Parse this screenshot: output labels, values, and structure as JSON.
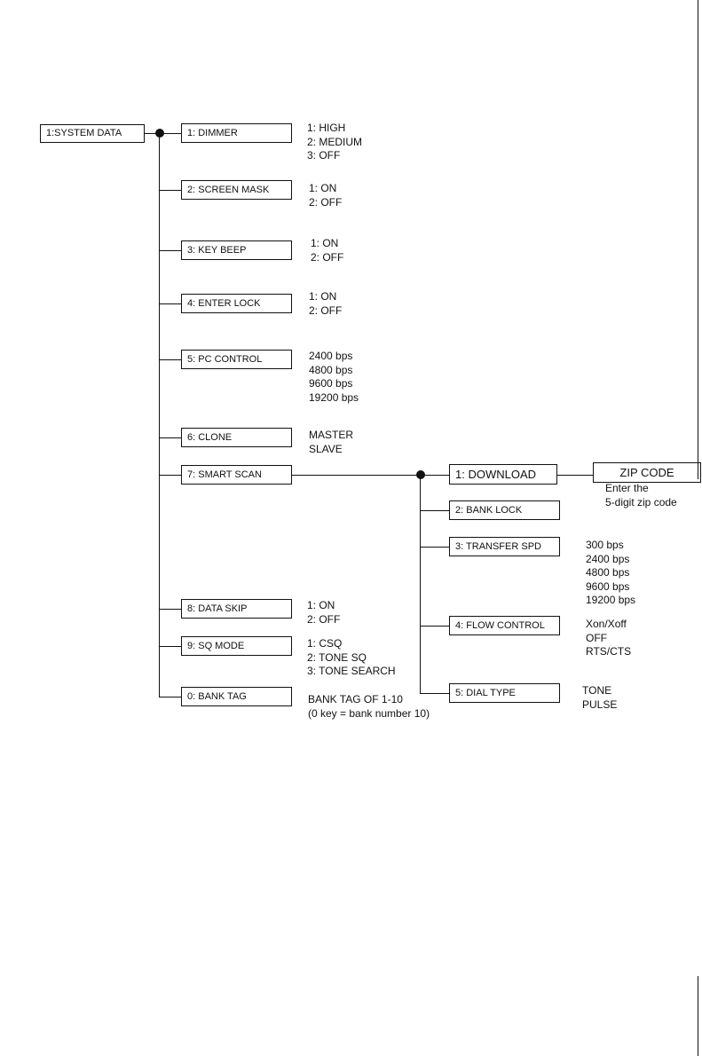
{
  "root": {
    "label": "1:SYSTEM DATA"
  },
  "items": [
    {
      "label": "1: DIMMER",
      "options": [
        "1: HIGH",
        "2: MEDIUM",
        "3: OFF"
      ]
    },
    {
      "label": "2: SCREEN MASK",
      "options": [
        "1: ON",
        "2: OFF"
      ]
    },
    {
      "label": "3: KEY BEEP",
      "options": [
        "1: ON",
        "2: OFF"
      ]
    },
    {
      "label": "4: ENTER LOCK",
      "options": [
        "1: ON",
        "2: OFF"
      ]
    },
    {
      "label": "5: PC CONTROL",
      "options": [
        "2400 bps",
        "4800 bps",
        "9600 bps",
        "19200 bps"
      ]
    },
    {
      "label": "6: CLONE",
      "options": [
        "MASTER",
        "SLAVE"
      ]
    },
    {
      "label": "7: SMART SCAN",
      "options": []
    },
    {
      "label": "8: DATA SKIP",
      "options": [
        "1: ON",
        "2: OFF"
      ]
    },
    {
      "label": "9: SQ MODE",
      "options": [
        "1: CSQ",
        "2: TONE SQ",
        "3: TONE SEARCH"
      ]
    },
    {
      "label": "0: BANK TAG",
      "options": [
        "BANK TAG OF 1-10",
        "(0 key = bank number 10)"
      ]
    }
  ],
  "smart_scan": [
    {
      "label": "1: DOWNLOAD",
      "options": []
    },
    {
      "label": "2: BANK LOCK",
      "options": []
    },
    {
      "label": "3: TRANSFER SPD",
      "options": [
        "300 bps",
        "2400 bps",
        "4800 bps",
        "9600 bps",
        "19200 bps"
      ]
    },
    {
      "label": "4: FLOW CONTROL",
      "options": [
        "Xon/Xoff",
        "OFF",
        "RTS/CTS"
      ]
    },
    {
      "label": "5: DIAL TYPE",
      "options": [
        "TONE",
        "PULSE"
      ]
    }
  ],
  "zip": {
    "label": "ZIP CODE",
    "note": [
      "Enter the",
      "5-digit zip code"
    ]
  }
}
